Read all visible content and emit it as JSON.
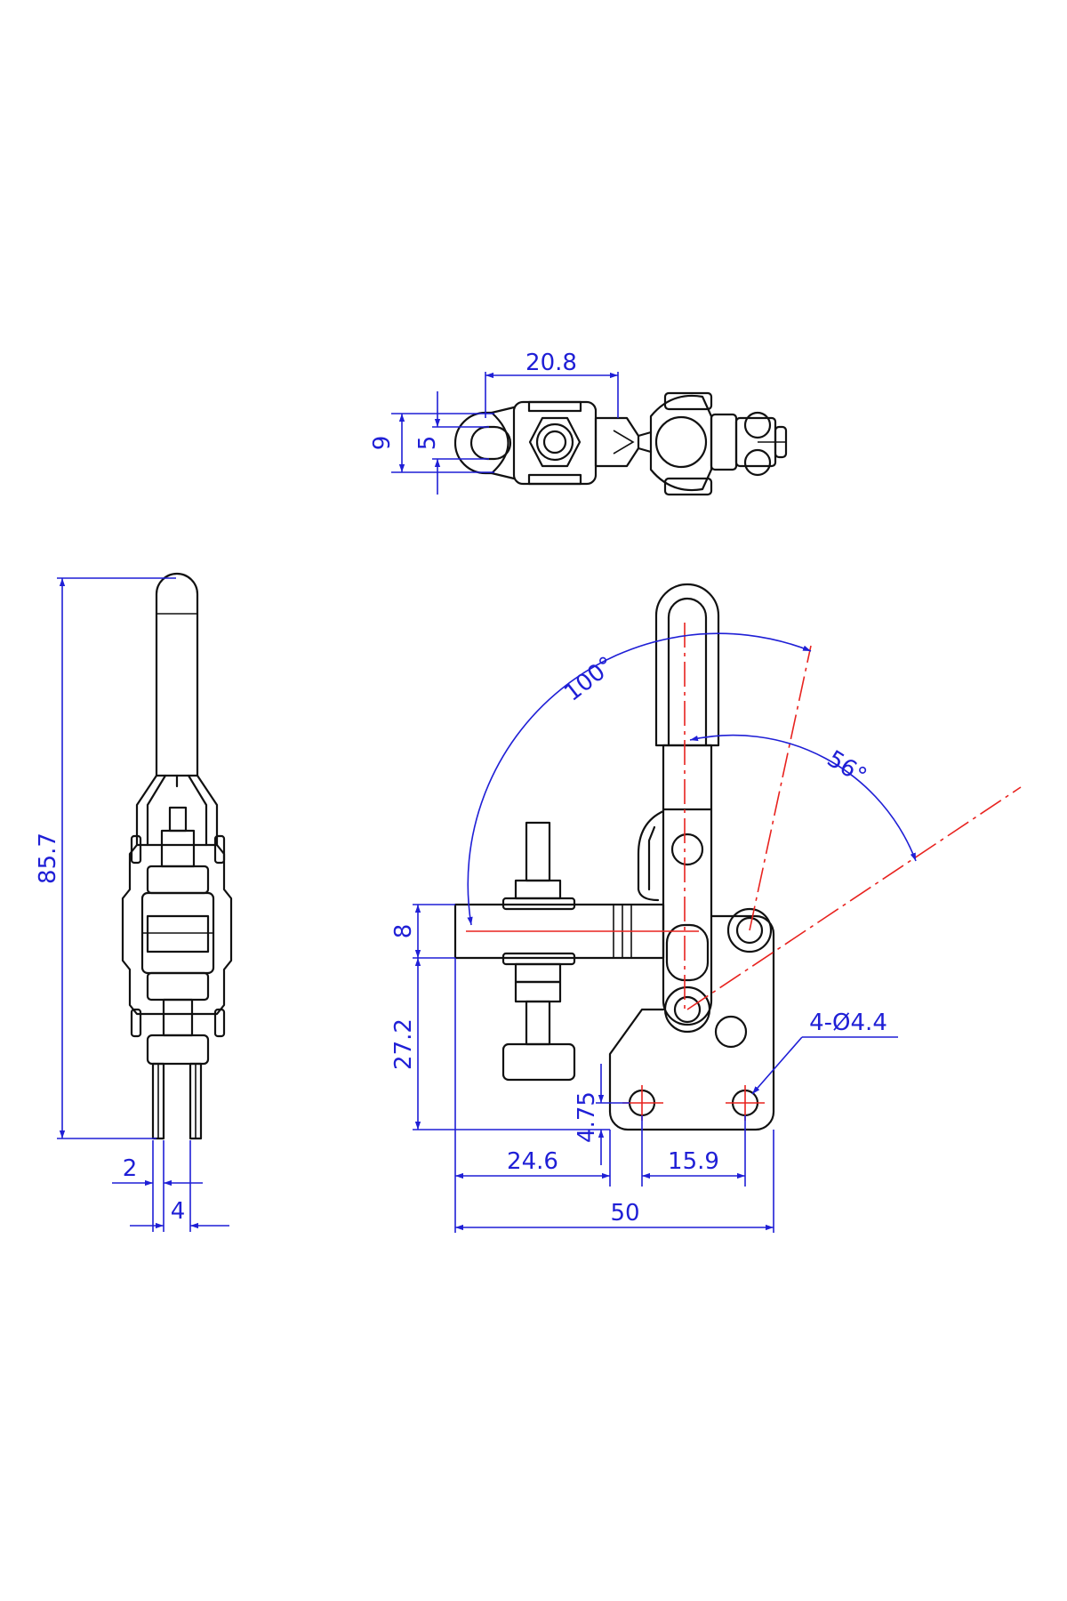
{
  "colors": {
    "outline": "#111111",
    "dimension": "#1f1fd6",
    "centerline": "#e8231f"
  },
  "dimensions": {
    "top_slot_spacing": "20.8",
    "top_width_9": "9",
    "top_width_5": "5",
    "overall_height": "85.7",
    "side_2": "2",
    "side_4": "4",
    "bar_height": "8",
    "base_height": "27.2",
    "hole_offset": "4.75",
    "reach": "24.6",
    "hole_spacing": "15.9",
    "overall_length": "50",
    "hole_callout": "4-Ø4.4",
    "angle_open": "100°",
    "angle_handle": "56°"
  }
}
